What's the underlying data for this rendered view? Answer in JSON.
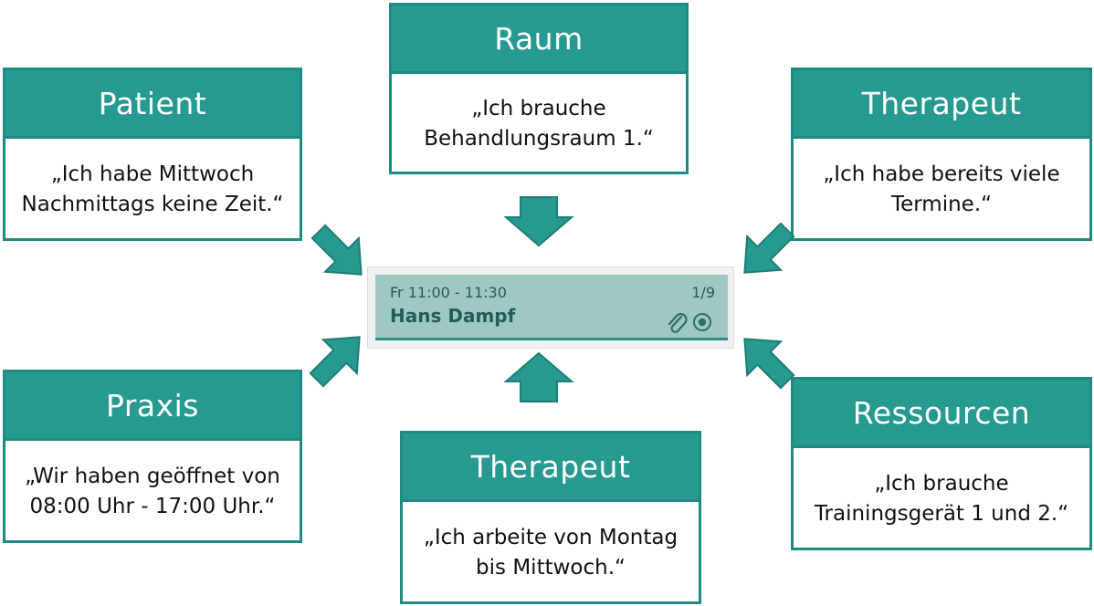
{
  "cards": {
    "raum": {
      "title": "Raum",
      "lines": [
        "„Ich brauche",
        "Behandlungsraum 1.“"
      ]
    },
    "patient": {
      "title": "Patient",
      "lines": [
        "„Ich habe Mittwoch",
        "Nachmittags keine Zeit.“"
      ]
    },
    "therapeut_top": {
      "title": "Therapeut",
      "lines": [
        "„Ich habe bereits viele",
        "Termine.“"
      ]
    },
    "praxis": {
      "title": "Praxis",
      "lines": [
        "„Wir haben geöffnet von",
        "08:00 Uhr - 17:00 Uhr.“"
      ]
    },
    "therapeut_bottom": {
      "title": "Therapeut",
      "lines": [
        "„Ich arbeite von Montag",
        "bis Mittwoch.“"
      ]
    },
    "ressourcen": {
      "title": "Ressourcen",
      "lines": [
        "„Ich brauche",
        "Trainingsgerät 1 und 2.“"
      ]
    }
  },
  "appointment": {
    "time": "Fr 11:00 - 11:30",
    "count": "1/9",
    "name": "Hans Dampf",
    "icons": [
      "paperclip-icon",
      "target-icon"
    ]
  },
  "colors": {
    "teal_header": "#269a90",
    "teal_border": "#1f8a82",
    "appointment_fill": "#9fc8c3",
    "arrow_fill": "#269a90"
  }
}
